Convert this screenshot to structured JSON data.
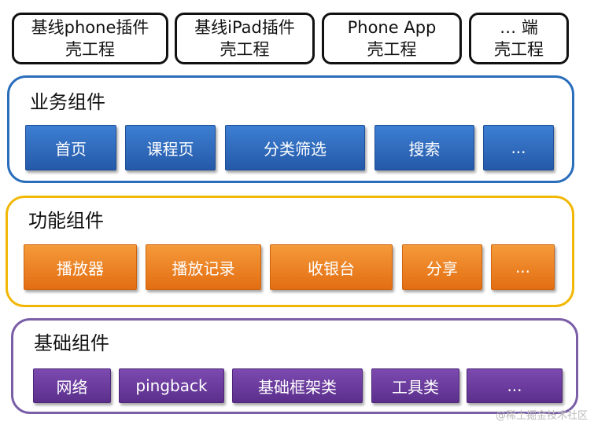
{
  "shells": [
    {
      "line1": "基线phone插件",
      "line2": "壳工程"
    },
    {
      "line1": "基线iPad插件",
      "line2": "壳工程"
    },
    {
      "line1": "Phone App",
      "line2": "壳工程"
    },
    {
      "line1": "… 端",
      "line2": "壳工程"
    }
  ],
  "layers": {
    "business": {
      "title": "业务组件",
      "color": "#2a6ebb",
      "items": [
        "首页",
        "课程页",
        "分类筛选",
        "搜索",
        "..."
      ]
    },
    "function": {
      "title": "功能组件",
      "color": "#f2b705",
      "items": [
        "播放器",
        "播放记录",
        "收银台",
        "分享",
        "..."
      ]
    },
    "base": {
      "title": "基础组件",
      "color": "#7a5fa8",
      "items": [
        "网络",
        "pingback",
        "基础框架类",
        "工具类",
        "..."
      ]
    }
  },
  "watermark": "@稀土掘金技术社区"
}
